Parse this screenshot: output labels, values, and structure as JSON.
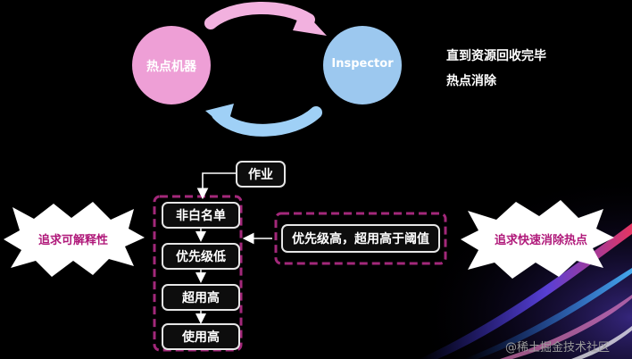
{
  "cycle": {
    "left_circle": "热点机器",
    "right_circle": "Inspector",
    "note_line1": "直到资源回收完毕",
    "note_line2": "热点消除"
  },
  "flow": {
    "job": "作业",
    "steps": [
      "非白名单",
      "优先级低",
      "超用高",
      "使用高"
    ],
    "condition": "优先级高，超用高于阈值"
  },
  "bursts": {
    "left": "追求可解释性",
    "right": "追求快速消除热点"
  },
  "watermark": "@稀土掘金技术社区",
  "colors": {
    "background": "#000000",
    "pink": "#ee9fd6",
    "blue": "#9cc8ef",
    "dashed_frame": "#a3287a",
    "burst_text": "#b0197a"
  }
}
